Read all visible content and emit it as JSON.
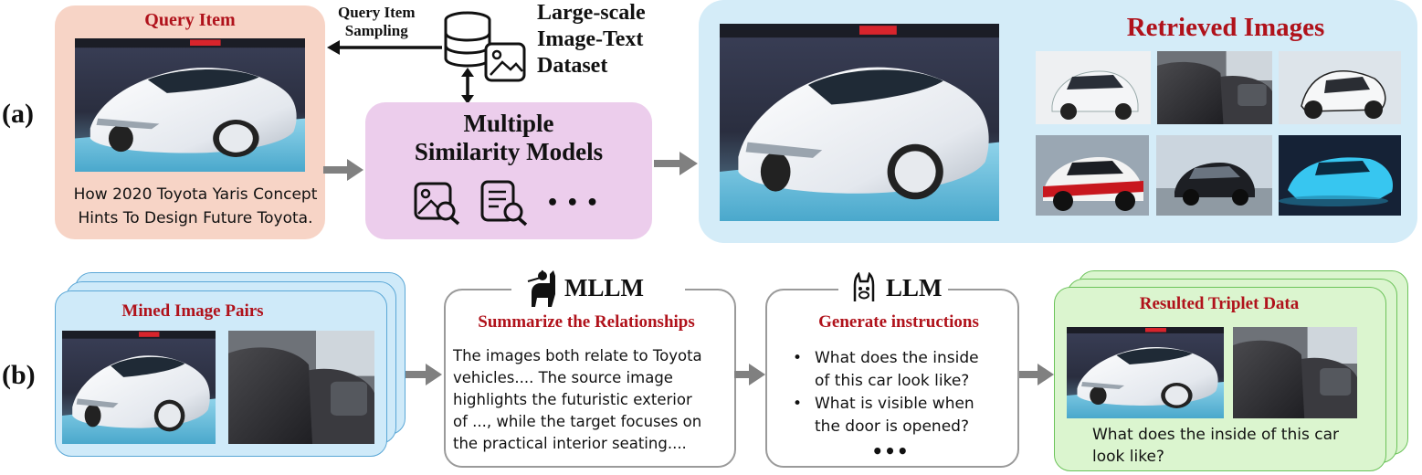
{
  "row_labels": {
    "a": "(a)",
    "b": "(b)"
  },
  "query_item": {
    "title": "Query Item",
    "caption_line1": "How 2020 Toyota Yaris Concept",
    "caption_line2": "Hints To Design Future Toyota."
  },
  "dataset": {
    "sampling_line1": "Query Item",
    "sampling_line2": "Sampling",
    "label_line1": "Large-scale",
    "label_line2": "Image-Text",
    "label_line3": "Dataset"
  },
  "similarity": {
    "title_line1": "Multiple",
    "title_line2": "Similarity Models",
    "ellipsis": "• • •"
  },
  "retrieved": {
    "title": "Retrieved Images"
  },
  "mined": {
    "title": "Mined Image Pairs"
  },
  "mllm": {
    "name": "MLLM",
    "subtitle": "Summarize the Relationships",
    "lines": [
      "The images both relate to Toyota",
      "vehicles.... The source image",
      "highlights the futuristic exterior",
      "of ..., while the target focuses on",
      "the practical interior seating...."
    ]
  },
  "llm": {
    "name": "LLM",
    "subtitle": "Generate instructions",
    "bullets": [
      {
        "line1": "What does the inside",
        "line2": "of this car look like?"
      },
      {
        "line1": "What is visible when",
        "line2": "the door is opened?"
      }
    ],
    "ellipsis": "•••"
  },
  "triplet": {
    "title": "Resulted Triplet Data",
    "caption_line1": "What does the inside of this car",
    "caption_line2": "look like?"
  },
  "colors": {
    "accent_red": "#b0121b",
    "arrow_gray": "#808080"
  }
}
